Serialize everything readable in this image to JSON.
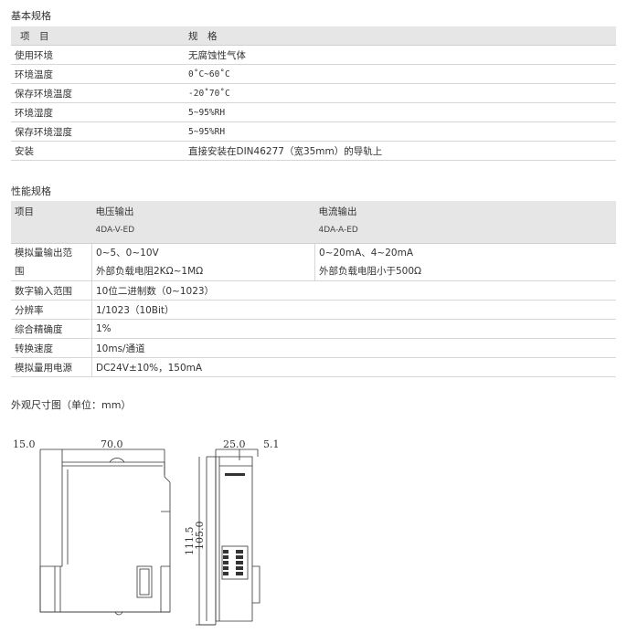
{
  "basic": {
    "title": "基本规格",
    "header": [
      "项　目",
      "规　格"
    ],
    "rows": [
      [
        "使用环境",
        "无腐蚀性气体"
      ],
      [
        "环境温度",
        "0˚C~60˚C"
      ],
      [
        "保存环境温度",
        "-20˚70˚C"
      ],
      [
        "环境湿度",
        "5~95%RH"
      ],
      [
        "保存环境湿度",
        "5~95%RH"
      ],
      [
        "安装",
        "直接安装在DIN46277（宽35mm）的导轨上"
      ]
    ]
  },
  "perf": {
    "title": "性能规格",
    "header": {
      "item": "项目",
      "voltage": "电压输出",
      "voltage_model": "4DA-V-ED",
      "current": "电流输出",
      "current_model": "4DA-A-ED"
    },
    "analog_range": {
      "label_1": "模拟量输出范",
      "label_2": "围",
      "voltage_1": "0~5、0~10V",
      "voltage_2": "外部负载电阻2KΩ~1MΩ",
      "current_1": "0~20mA、4~20mA",
      "current_2": "外部负载电阻小于500Ω"
    },
    "rows": [
      [
        "数字输入范围",
        "10位二进制数（0~1023）"
      ],
      [
        "分辨率",
        "1/1023（10Bit）"
      ],
      [
        "综合精确度",
        "1%"
      ],
      [
        "转换速度",
        "10ms/通道"
      ],
      [
        "模拟量用电源",
        "DC24V±10%，150mA"
      ]
    ]
  },
  "dimensions": {
    "title": "外观尺寸图（单位：mm）",
    "front": {
      "left_dim": "15.0",
      "width_dim": "70.0"
    },
    "side": {
      "depth_dim": "25.0",
      "extra_dim": "5.1",
      "height_outer": "111.5",
      "height_inner": "105.0"
    }
  }
}
